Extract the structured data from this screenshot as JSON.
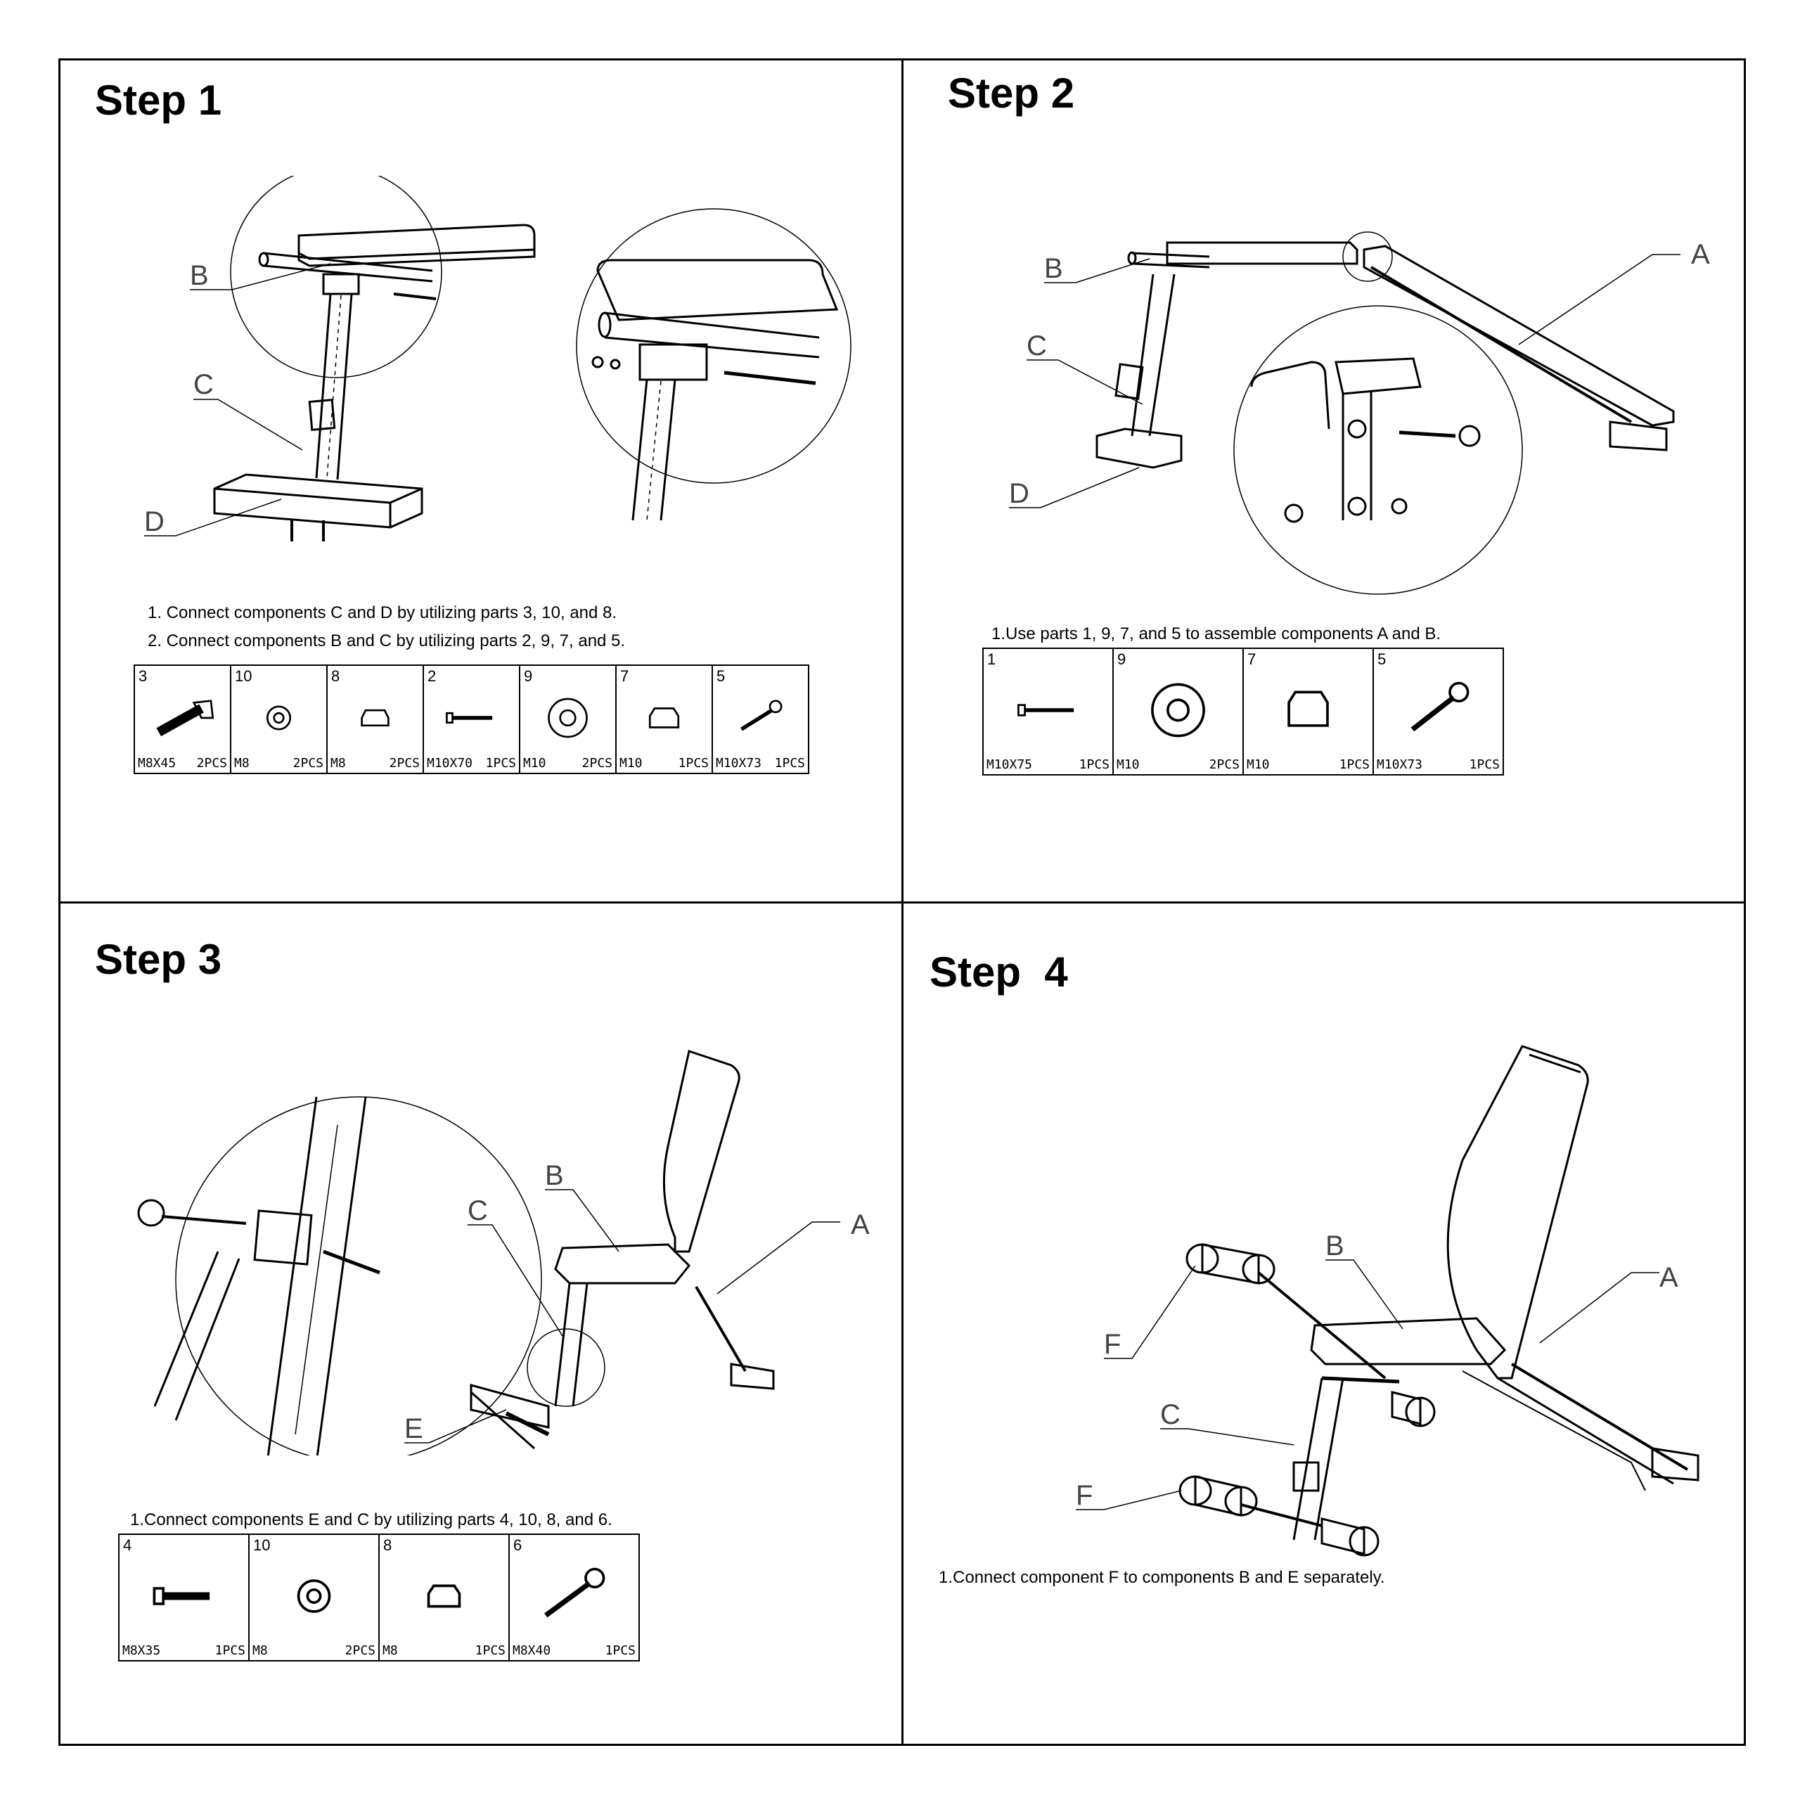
{
  "steps": [
    {
      "title": "Step 1",
      "callouts": [
        "B",
        "C",
        "D"
      ],
      "instructions": [
        "1. Connect components C and D by utilizing parts 3, 10, and 8.",
        "2. Connect components B and C by utilizing parts 2, 9, 7, and 5."
      ],
      "parts": [
        {
          "num": "3",
          "spec": "M8X45",
          "qty": "2PCS",
          "icon": "bolt-icon"
        },
        {
          "num": "10",
          "spec": "M8",
          "qty": "2PCS",
          "icon": "small-washer-icon"
        },
        {
          "num": "8",
          "spec": "M8",
          "qty": "2PCS",
          "icon": "nut-icon"
        },
        {
          "num": "2",
          "spec": "M10X70",
          "qty": "1PCS",
          "icon": "long-bolt-icon"
        },
        {
          "num": "9",
          "spec": "M10",
          "qty": "2PCS",
          "icon": "washer-icon"
        },
        {
          "num": "7",
          "spec": "M10",
          "qty": "1PCS",
          "icon": "nut-icon"
        },
        {
          "num": "5",
          "spec": "M10X73",
          "qty": "1PCS",
          "icon": "pull-pin-icon"
        }
      ]
    },
    {
      "title": "Step 2",
      "callouts": [
        "A",
        "B",
        "C",
        "D"
      ],
      "instructions": [
        "1.Use parts 1, 9, 7, and 5 to assemble components A and B."
      ],
      "parts": [
        {
          "num": "1",
          "spec": "M10X75",
          "qty": "1PCS",
          "icon": "long-bolt-icon"
        },
        {
          "num": "9",
          "spec": "M10",
          "qty": "2PCS",
          "icon": "washer-icon"
        },
        {
          "num": "7",
          "spec": "M10",
          "qty": "1PCS",
          "icon": "nut-icon"
        },
        {
          "num": "5",
          "spec": "M10X73",
          "qty": "1PCS",
          "icon": "pull-pin-icon"
        }
      ]
    },
    {
      "title": "Step 3",
      "callouts": [
        "A",
        "B",
        "C",
        "E"
      ],
      "instructions": [
        "1.Connect components E and C by utilizing parts 4, 10, 8, and 6."
      ],
      "parts": [
        {
          "num": "4",
          "spec": "M8X35",
          "qty": "1PCS",
          "icon": "bolt-icon"
        },
        {
          "num": "10",
          "spec": "M8",
          "qty": "2PCS",
          "icon": "small-washer-icon"
        },
        {
          "num": "8",
          "spec": "M8",
          "qty": "1PCS",
          "icon": "nut-icon"
        },
        {
          "num": "6",
          "spec": "M8X40",
          "qty": "1PCS",
          "icon": "pull-pin-icon"
        }
      ]
    },
    {
      "title": "Step  4",
      "callouts": [
        "A",
        "B",
        "C",
        "F",
        "F"
      ],
      "instructions": [
        "1.Connect component F to components B and E separately."
      ]
    }
  ]
}
